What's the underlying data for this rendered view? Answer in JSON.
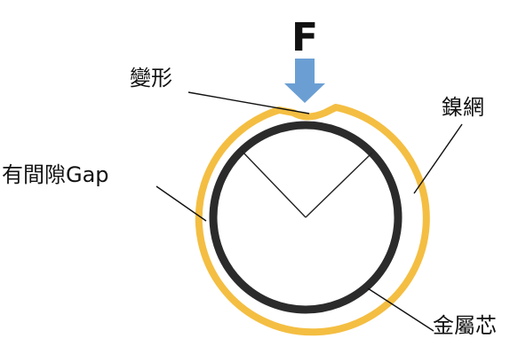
{
  "labels": {
    "force": "F",
    "deformation": "變形",
    "mesh": "鎳網",
    "gap": "有間隙Gap",
    "core": "金屬芯"
  },
  "colors": {
    "mesh_ring": "#F4BE42",
    "metal_core": "#2B2B2B",
    "force_arrow": "#6B9FD4",
    "text": "#111111",
    "background": "#FFFFFF"
  }
}
